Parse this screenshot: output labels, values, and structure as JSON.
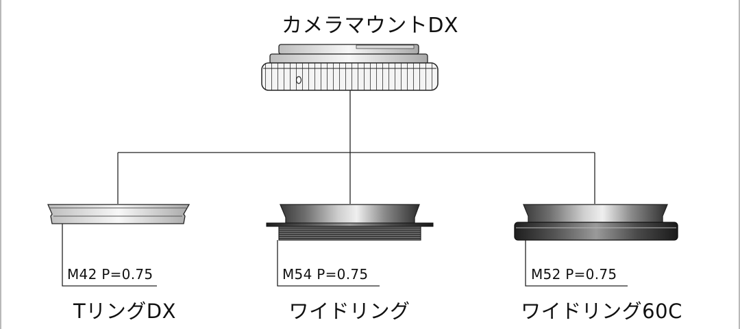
{
  "diagram": {
    "root": {
      "label": "カメラマウントDX",
      "icon": "camera-mount-dx-icon"
    },
    "children": [
      {
        "id": "t-ring-dx",
        "name": "TリングDX",
        "spec": "M42 P=0.75",
        "icon": "t-ring-icon"
      },
      {
        "id": "wide-ring",
        "name": "ワイドリング",
        "spec": "M54 P=0.75",
        "icon": "wide-ring-icon"
      },
      {
        "id": "wide-ring-60c",
        "name": "ワイドリング60C",
        "spec": "M52 P=0.75",
        "icon": "wide-ring-60c-icon"
      }
    ]
  }
}
